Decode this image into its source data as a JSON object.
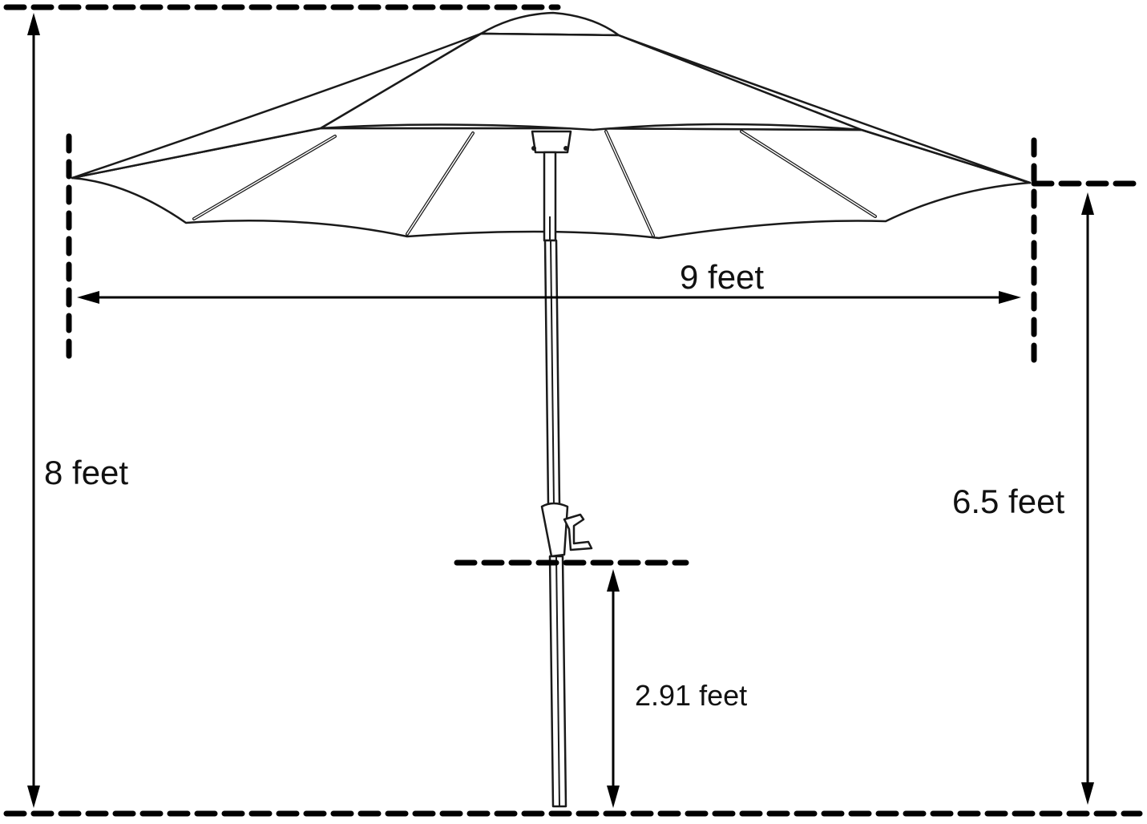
{
  "dimensions": {
    "total_height": "8 feet",
    "canopy_width": "9 feet",
    "clearance_height": "6.5 feet",
    "crank_height": "2.91 feet"
  },
  "colors": {
    "line": "#000000",
    "canopy_fill": "#ffffff"
  }
}
